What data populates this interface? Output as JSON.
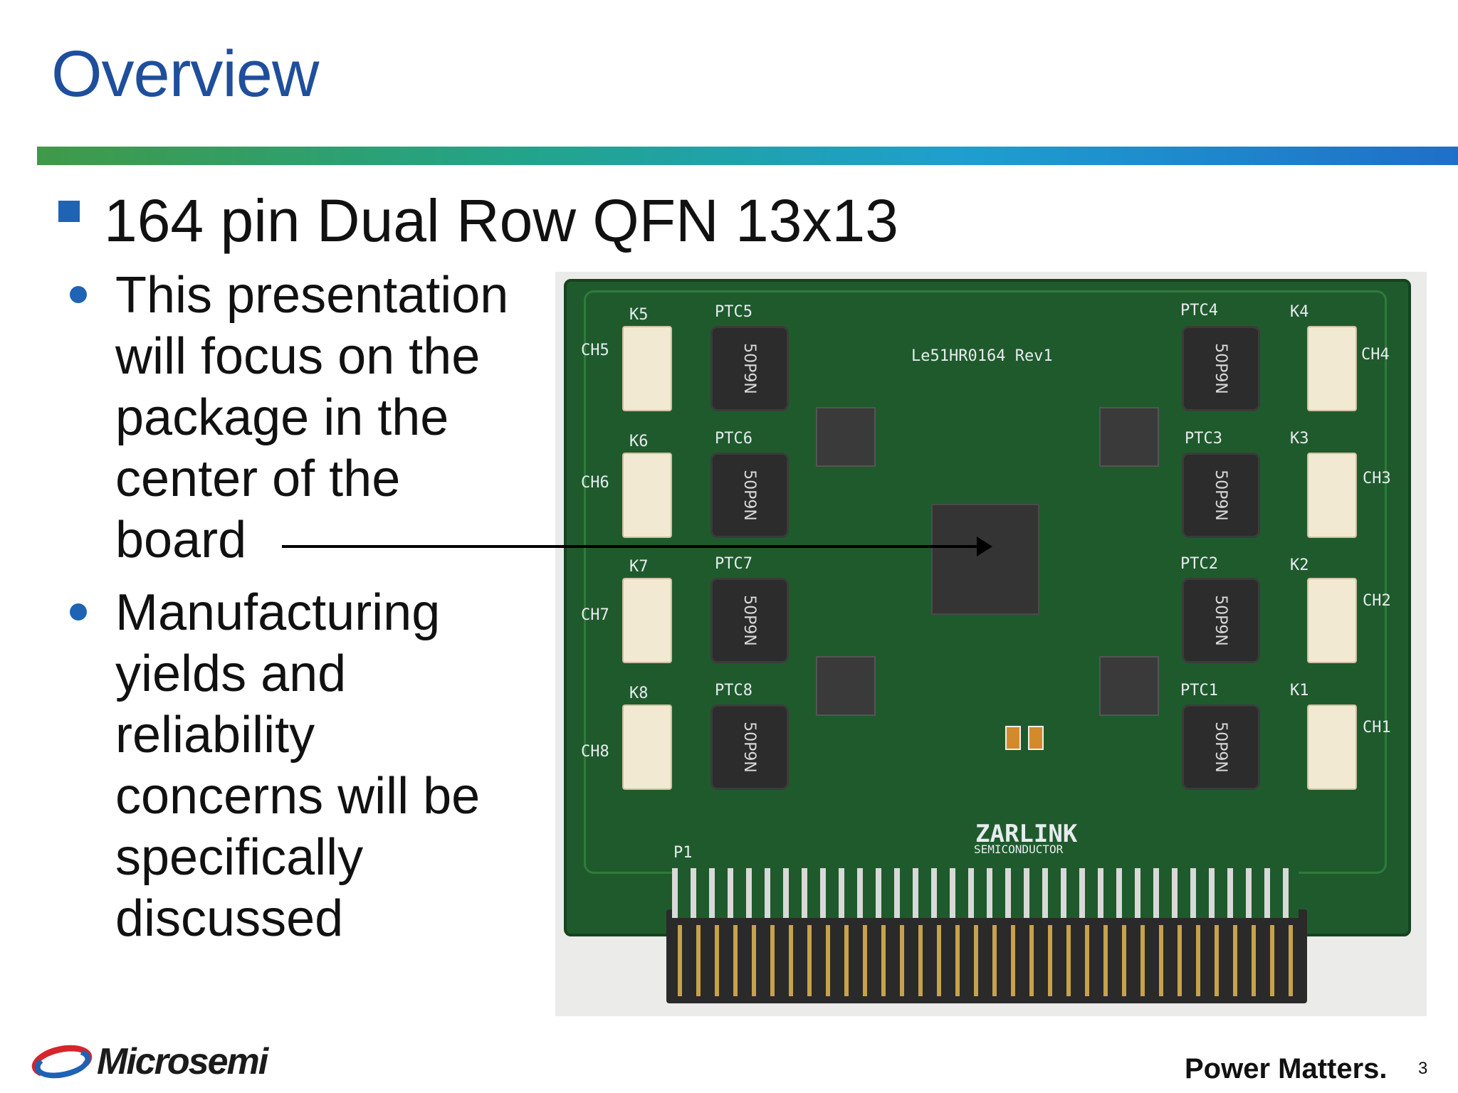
{
  "slide": {
    "title": "Overview",
    "bullet": "164 pin Dual Row QFN 13x13",
    "sub_bullets": [
      "This presentation\nwill focus on the\npackage in the\ncenter of the\nboard",
      "Manufacturing\nyields and\nreliability\nconcerns will be\nspecifically\ndiscussed"
    ]
  },
  "board": {
    "id_label": "Le51HR0164 Rev1",
    "maker": "ZARLINK",
    "maker_sub": "SEMICONDUCTOR",
    "chip_marking": "50P9N",
    "ptc_labels": [
      "PTC5",
      "PTC6",
      "PTC7",
      "PTC8",
      "PTC4",
      "PTC3",
      "PTC2",
      "PTC1"
    ],
    "relay_labels": [
      "K5",
      "K6",
      "K7",
      "K8",
      "K4",
      "K3",
      "K2",
      "K1"
    ],
    "channel_labels": [
      "CH5",
      "CH6",
      "CH7",
      "CH8",
      "CH4",
      "CH3",
      "CH2",
      "CH1"
    ],
    "connector_label": "P1"
  },
  "footer": {
    "logo_text": "Microsemi",
    "tagline": "Power Matters.",
    "page_number": "3"
  },
  "colors": {
    "title": "#1f4e9c",
    "bullet": "#1f63b5",
    "rule_start": "#3f9a48",
    "rule_end": "#1f6fc8",
    "pcb": "#1f5a2c"
  }
}
